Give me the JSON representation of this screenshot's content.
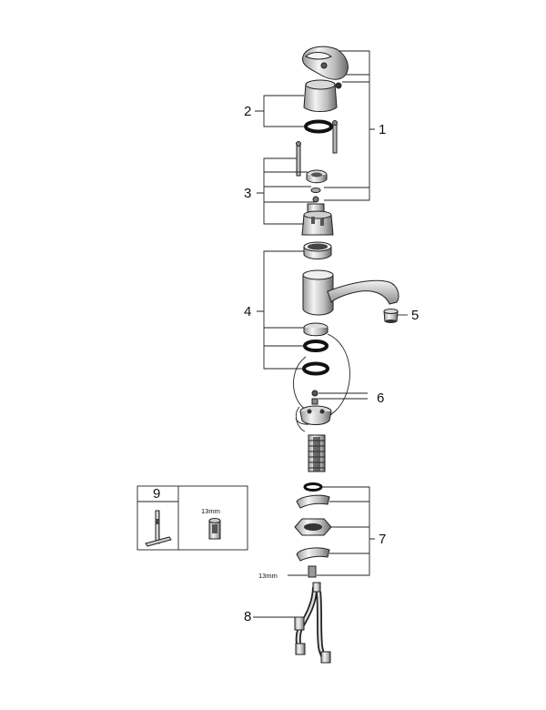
{
  "callouts": {
    "c1": "1",
    "c2": "2",
    "c3": "3",
    "c4": "4",
    "c5": "5",
    "c6": "6",
    "c7": "7",
    "c8": "8",
    "c9": "9"
  },
  "dimensions": {
    "wrench_box": "13mm",
    "nut": "13mm"
  },
  "icons": {
    "tool": "hex-key-tool-icon",
    "socket": "socket-wrench-icon"
  }
}
